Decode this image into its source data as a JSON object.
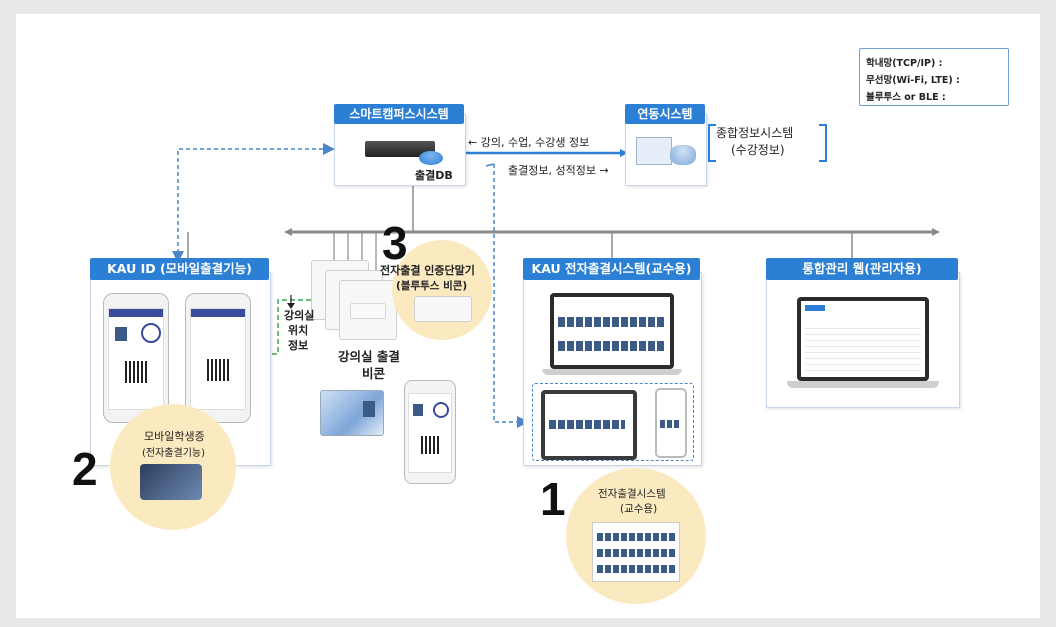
{
  "legend": {
    "wired": "학내망(TCP/IP) :",
    "wireless": "무선망(Wi-Fi, LTE) :",
    "bluetooth": "블루투스 or BLE :"
  },
  "headers": {
    "smart_campus": "스마트캠퍼스시스템",
    "linked": "연동시스템",
    "kau_id": "KAU ID (모바일출결기능)",
    "kau_attendance": "KAU 전자출결시스템(교수용)",
    "integrated_web": "통합관리 웹(관리자용)"
  },
  "labels": {
    "attendance_db": "출결DB",
    "lecture_info": "← 강의, 수업, 수강생 정보",
    "attendance_info": "출결정보, 성적정보 →",
    "comprehensive_line1": "종합정보시스템",
    "comprehensive_line2": "(수강정보)",
    "room_location_1": "강의실",
    "room_location_2": "위치",
    "room_location_3": "정보",
    "room_beacon_1": "강의실 출결",
    "room_beacon_2": "비콘",
    "auth_device_1": "전자출결 인증단말기",
    "auth_device_2": "(블루투스 비콘)",
    "mobile_card_1": "모바일학생증",
    "mobile_card_2": "(전자출결기능)",
    "esystem_1": "전자출결시스템",
    "esystem_2": "(교수용)"
  },
  "numbers": {
    "n1": "1",
    "n2": "2",
    "n3": "3"
  },
  "colors": {
    "header_blue": "#2b7fd4",
    "highlight_circle": "#fbe9c0",
    "dashed_blue": "#4a86c8",
    "dashed_green": "#3aa655",
    "bus_gray": "#8a8a8a"
  }
}
